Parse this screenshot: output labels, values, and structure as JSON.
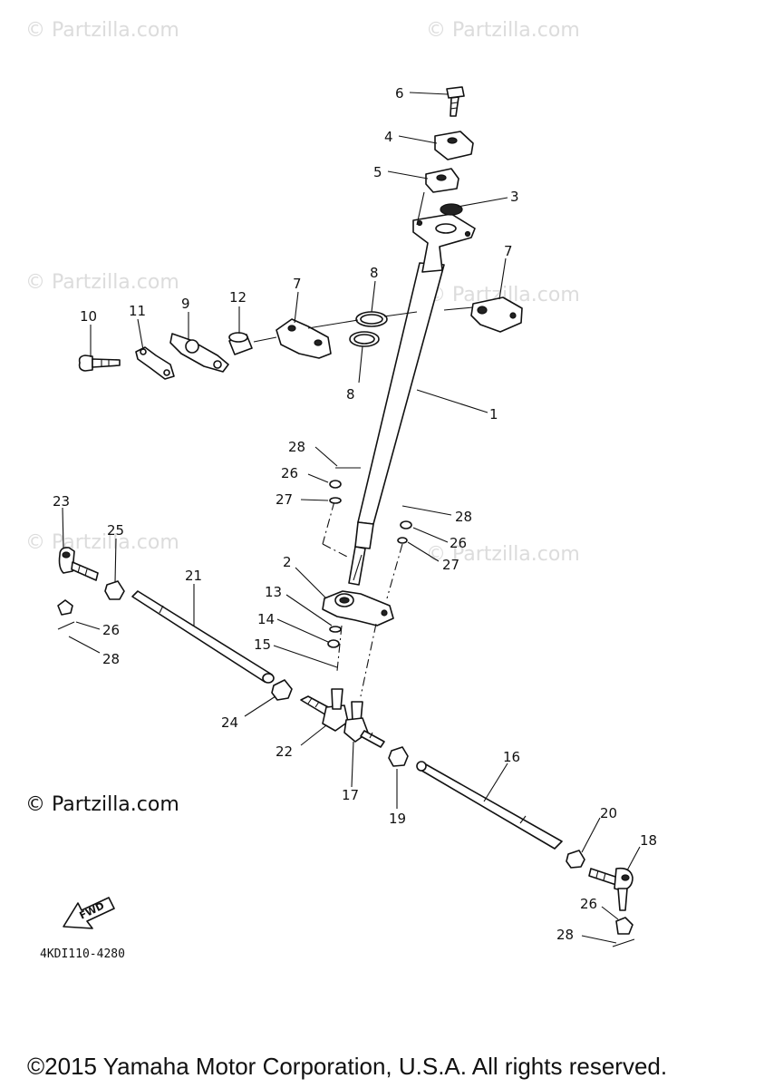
{
  "watermark": {
    "text": "© Partzilla.com",
    "main_text": "© Partzilla.com"
  },
  "callouts": {
    "c1": "1",
    "c2": "2",
    "c3": "3",
    "c4": "4",
    "c5": "5",
    "c6": "6",
    "c7a": "7",
    "c7b": "7",
    "c8a": "8",
    "c8b": "8",
    "c9": "9",
    "c10": "10",
    "c11": "11",
    "c12": "12",
    "c13": "13",
    "c14": "14",
    "c15": "15",
    "c16": "16",
    "c17": "17",
    "c18": "18",
    "c19": "19",
    "c20": "20",
    "c21": "21",
    "c22": "22",
    "c23": "23",
    "c24": "24",
    "c25": "25",
    "c26a": "26",
    "c26b": "26",
    "c26c": "26",
    "c26d": "26",
    "c27a": "27",
    "c27b": "27",
    "c28a": "28",
    "c28b": "28",
    "c28c": "28",
    "c28d": "28"
  },
  "fwd_label": "FWD",
  "diagram_code": "4KDI110-4280",
  "copyright": "©2015 Yamaha Motor Corporation, U.S.A. All rights reserved."
}
